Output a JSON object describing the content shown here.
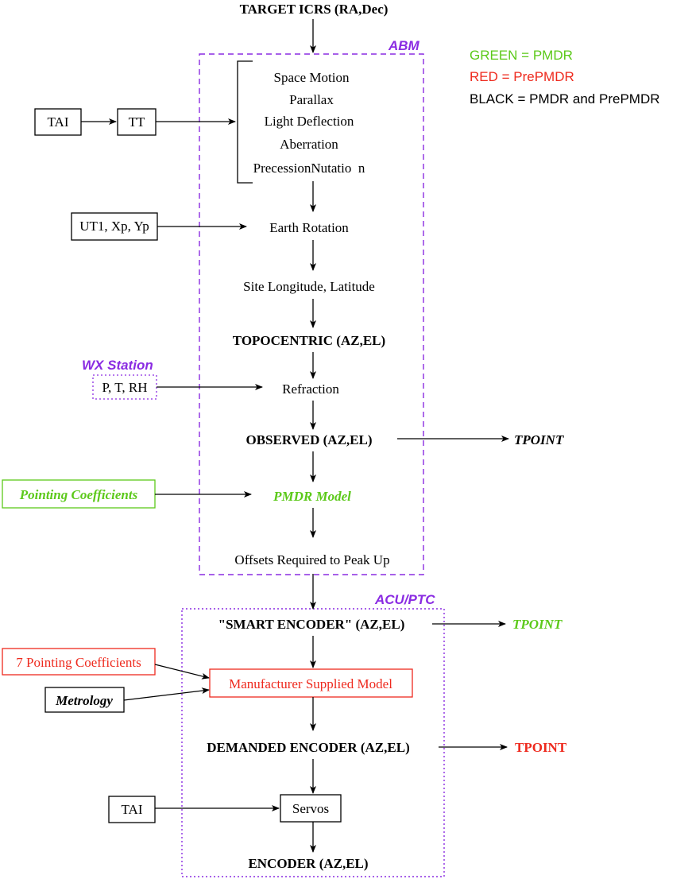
{
  "title": "TARGET ICRS (RA,Dec)",
  "groups": {
    "abm": "ABM",
    "acu": "ACU/PTC",
    "wx": "WX Station"
  },
  "legend": {
    "green": "GREEN = PMDR",
    "red": "RED = PrePMDR",
    "black": "BLACK = PMDR and PrePMDR"
  },
  "inputs": {
    "tai_top": "TAI",
    "tt": "TT",
    "ut1": "UT1, Xp, Yp",
    "wx": "P, T, RH",
    "pointing_coeffs": "Pointing Coefficients",
    "seven_coeffs": "7 Pointing Coefficients",
    "metrology": "Metrology",
    "tai_bottom": "TAI"
  },
  "corrections": [
    "Space Motion",
    "Parallax",
    "Light Deflection",
    "Aberration",
    "PrecessionNutatio  n"
  ],
  "steps": {
    "earth_rotation": "Earth Rotation",
    "site": "Site Longitude, Latitude",
    "topocentric": "TOPOCENTRIC (AZ,EL)",
    "refraction": "Refraction",
    "observed": "OBSERVED (AZ,EL)",
    "pmdr": "PMDR Model",
    "offsets": "Offsets Required to Peak Up",
    "smart_encoder": "\"SMART ENCODER\" (AZ,EL)",
    "manufacturer": "Manufacturer Supplied Model",
    "demanded": "DEMANDED ENCODER (AZ,EL)",
    "servos": "Servos",
    "encoder": "ENCODER (AZ,EL)"
  },
  "outputs": {
    "tpoint_black": "TPOINT",
    "tpoint_green": "TPOINT",
    "tpoint_red": "TPOINT"
  },
  "colors": {
    "green": "#5cc91a",
    "red": "#ee2a1e",
    "purple": "#8a2be2",
    "black": "#000000"
  }
}
